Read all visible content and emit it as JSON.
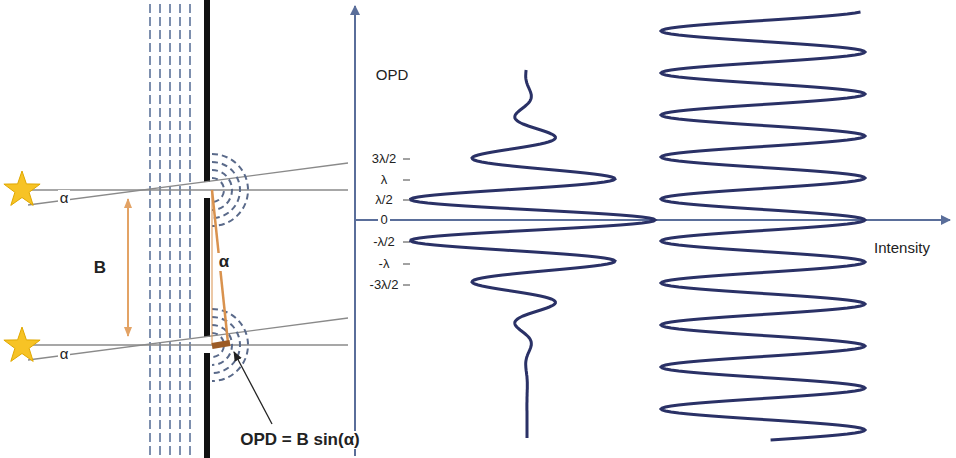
{
  "diagram": {
    "labels": [
      "α",
      "α",
      "B",
      "α",
      "OPD = B sin(α)",
      "OPD",
      "3λ/2",
      "λ",
      "λ/2",
      "0",
      "-λ/2",
      "-λ",
      "-3λ/2",
      "Intensity"
    ]
  }
}
